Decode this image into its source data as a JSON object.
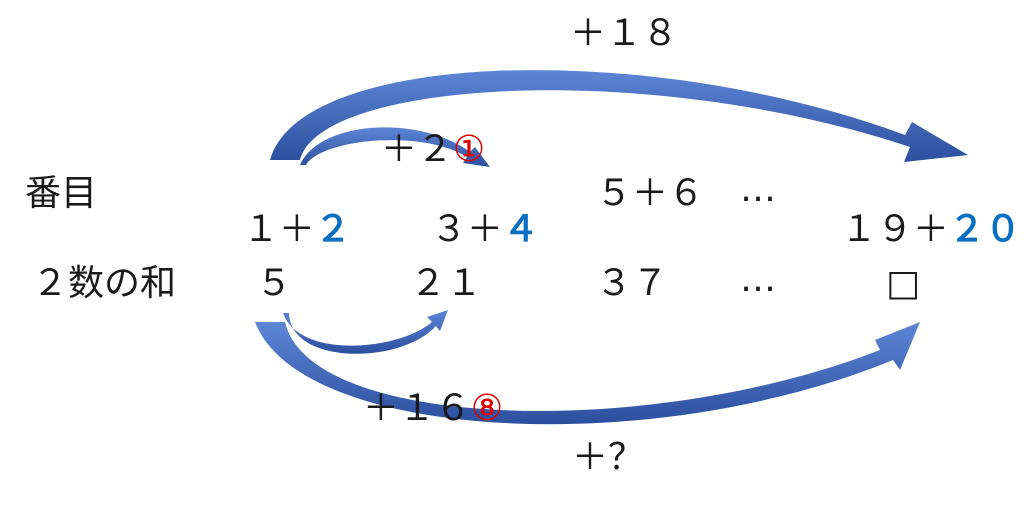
{
  "labels": {
    "row1": "番目",
    "row2": "２数の和"
  },
  "row1": {
    "p1_plain": "１＋",
    "p1_bold": "２",
    "p2_plain": "３＋",
    "p2_bold": "４",
    "p3": "５＋６",
    "ellipsis": "…",
    "p4_plain": "１９＋",
    "p4_bold": "２０"
  },
  "row2": {
    "v1": "５",
    "v2": "２１",
    "v3": "３７",
    "ellipsis": "…",
    "blank": "□"
  },
  "annotations": {
    "top_big": "＋１８",
    "top_small_text": "＋２",
    "top_small_mark": "①",
    "bottom_small_text": "＋１６",
    "bottom_small_mark": "⑧",
    "bottom_big": "＋？"
  },
  "colors": {
    "highlight": "#0a6fc2",
    "mark": "#e00000",
    "arrow": "#3a63b8"
  }
}
